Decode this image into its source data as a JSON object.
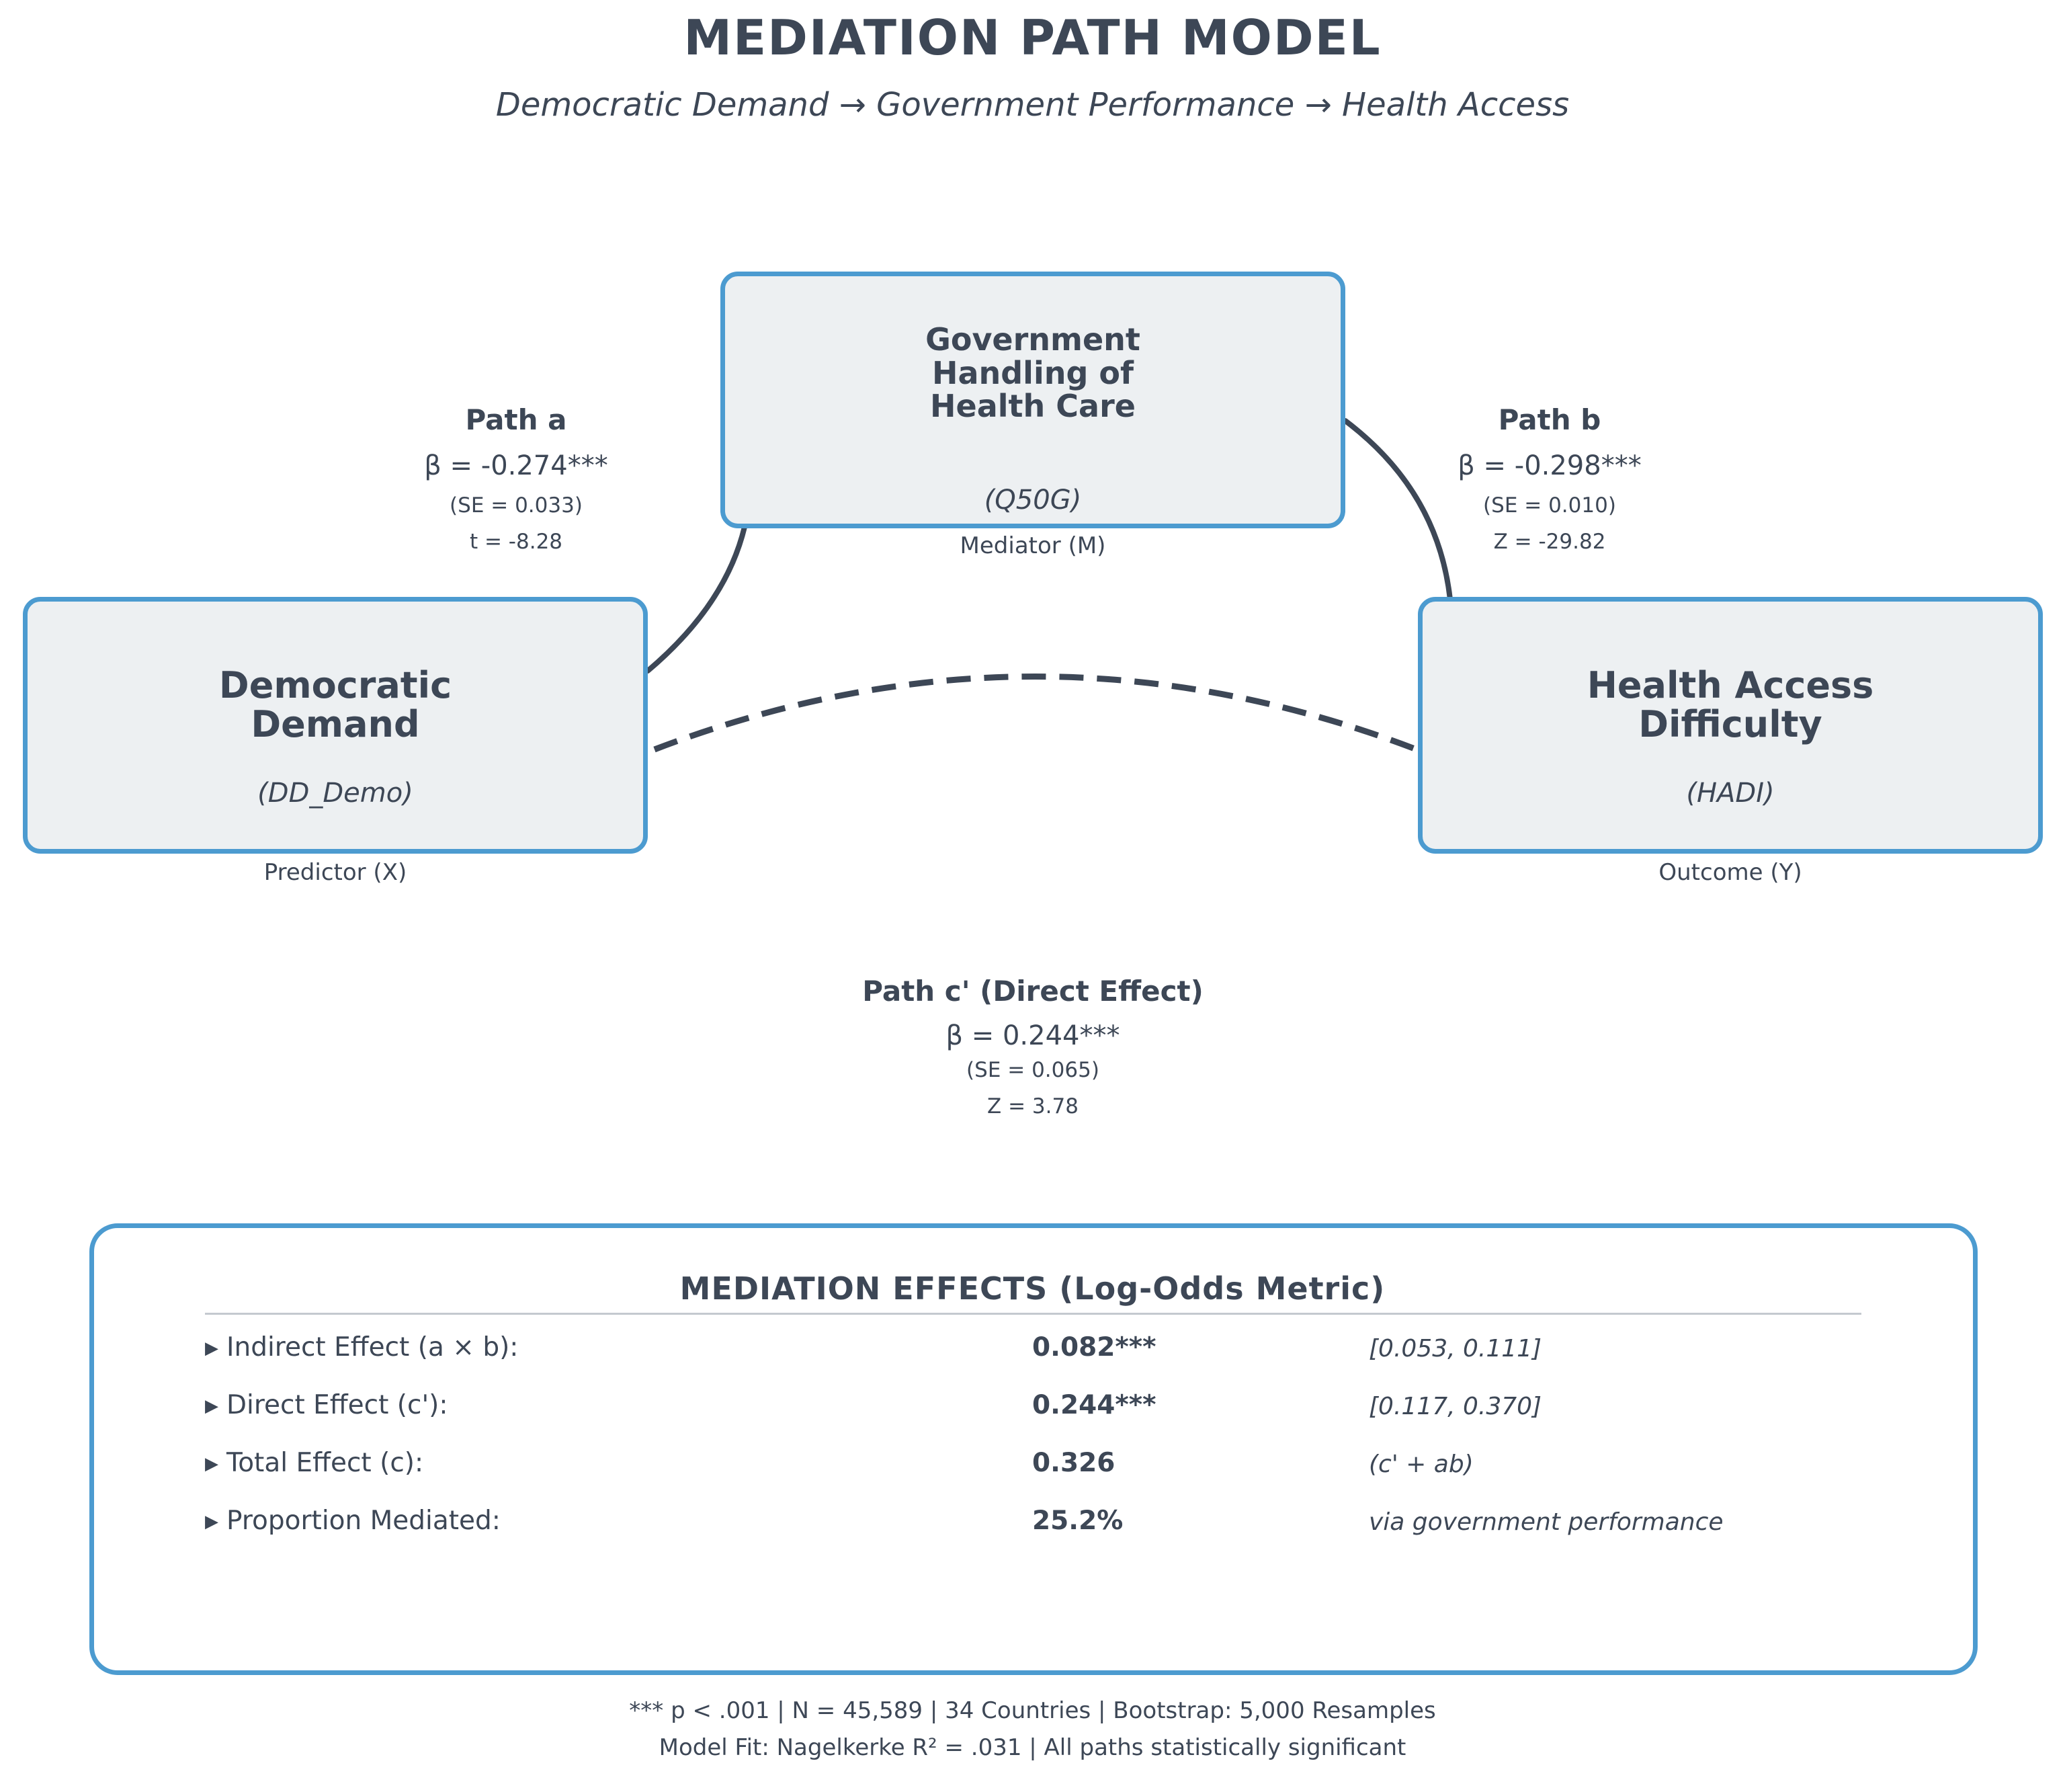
{
  "header": {
    "title": "MEDIATION PATH MODEL",
    "subtitle": "Democratic Demand → Government Performance → Health Access"
  },
  "nodes": {
    "mediator": {
      "name_lines": [
        "Government",
        "Handling of",
        "Health Care"
      ],
      "code": "(Q50G)",
      "role": "Mediator (M)"
    },
    "predictor": {
      "name_lines": [
        "Democratic",
        "Demand"
      ],
      "code": "(DD_Demo)",
      "role": "Predictor (X)"
    },
    "outcome": {
      "name_lines": [
        "Health Access",
        "Difficulty"
      ],
      "code": "(HADI)",
      "role": "Outcome (Y)"
    }
  },
  "paths": {
    "a": {
      "title": "Path a",
      "beta": "β = -0.274***",
      "se": "(SE = 0.033)",
      "stat": "t = -8.28"
    },
    "b": {
      "title": "Path b",
      "beta": "β = -0.298***",
      "se": "(SE = 0.010)",
      "stat": "Z = -29.82"
    },
    "c_prime": {
      "title": "Path c' (Direct Effect)",
      "beta": "β = 0.244***",
      "se": "(SE = 0.065)",
      "stat": "Z = 3.78"
    }
  },
  "effects": {
    "title": "MEDIATION EFFECTS (Log-Odds Metric)",
    "bullet": "▶",
    "rows": [
      {
        "label": "Indirect Effect (a × b):",
        "value": "0.082***",
        "note": "[0.053, 0.111]"
      },
      {
        "label": "Direct Effect (c'):",
        "value": "0.244***",
        "note": "[0.117, 0.370]"
      },
      {
        "label": "Total Effect (c):",
        "value": "0.326",
        "note": "(c' + ab)"
      },
      {
        "label": "Proportion Mediated:",
        "value": "25.2%",
        "note": "via government performance"
      }
    ]
  },
  "footer": {
    "line1": "*** p < .001  |  N = 45,589  |  34 Countries  |  Bootstrap: 5,000 Resamples",
    "line2": "Model Fit: Nagelkerke R² = .031  |  All paths statistically significant"
  },
  "colors": {
    "text": "#3d4756",
    "border": "#4c9bd0",
    "node_fill": "#edf0f2",
    "path_line": "#3d4756",
    "rule": "#c4c9cf"
  }
}
